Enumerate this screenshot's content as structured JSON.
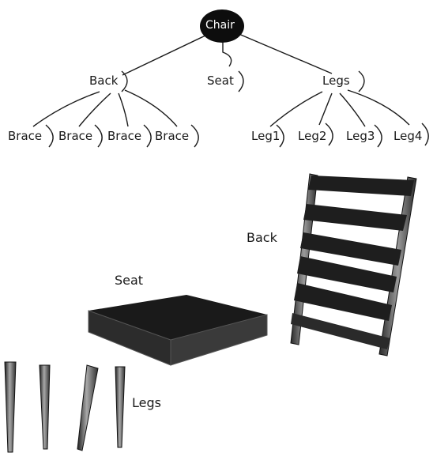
{
  "tree": {
    "root": "Chair",
    "level1": [
      "Back",
      "Seat",
      "Legs"
    ],
    "back_children": [
      "Brace",
      "Brace",
      "Brace",
      "Brace"
    ],
    "legs_children": [
      "Leg1",
      "Leg2",
      "Leg3",
      "Leg4"
    ]
  },
  "parts": {
    "back_label": "Back",
    "seat_label": "Seat",
    "legs_label": "Legs"
  },
  "colors": {
    "ink": "#1a1a1a",
    "root_fill": "#0d0d0d",
    "wood_dark": "#1e1e1e",
    "wood_light": "#8a8a8a",
    "background": "#ffffff"
  }
}
